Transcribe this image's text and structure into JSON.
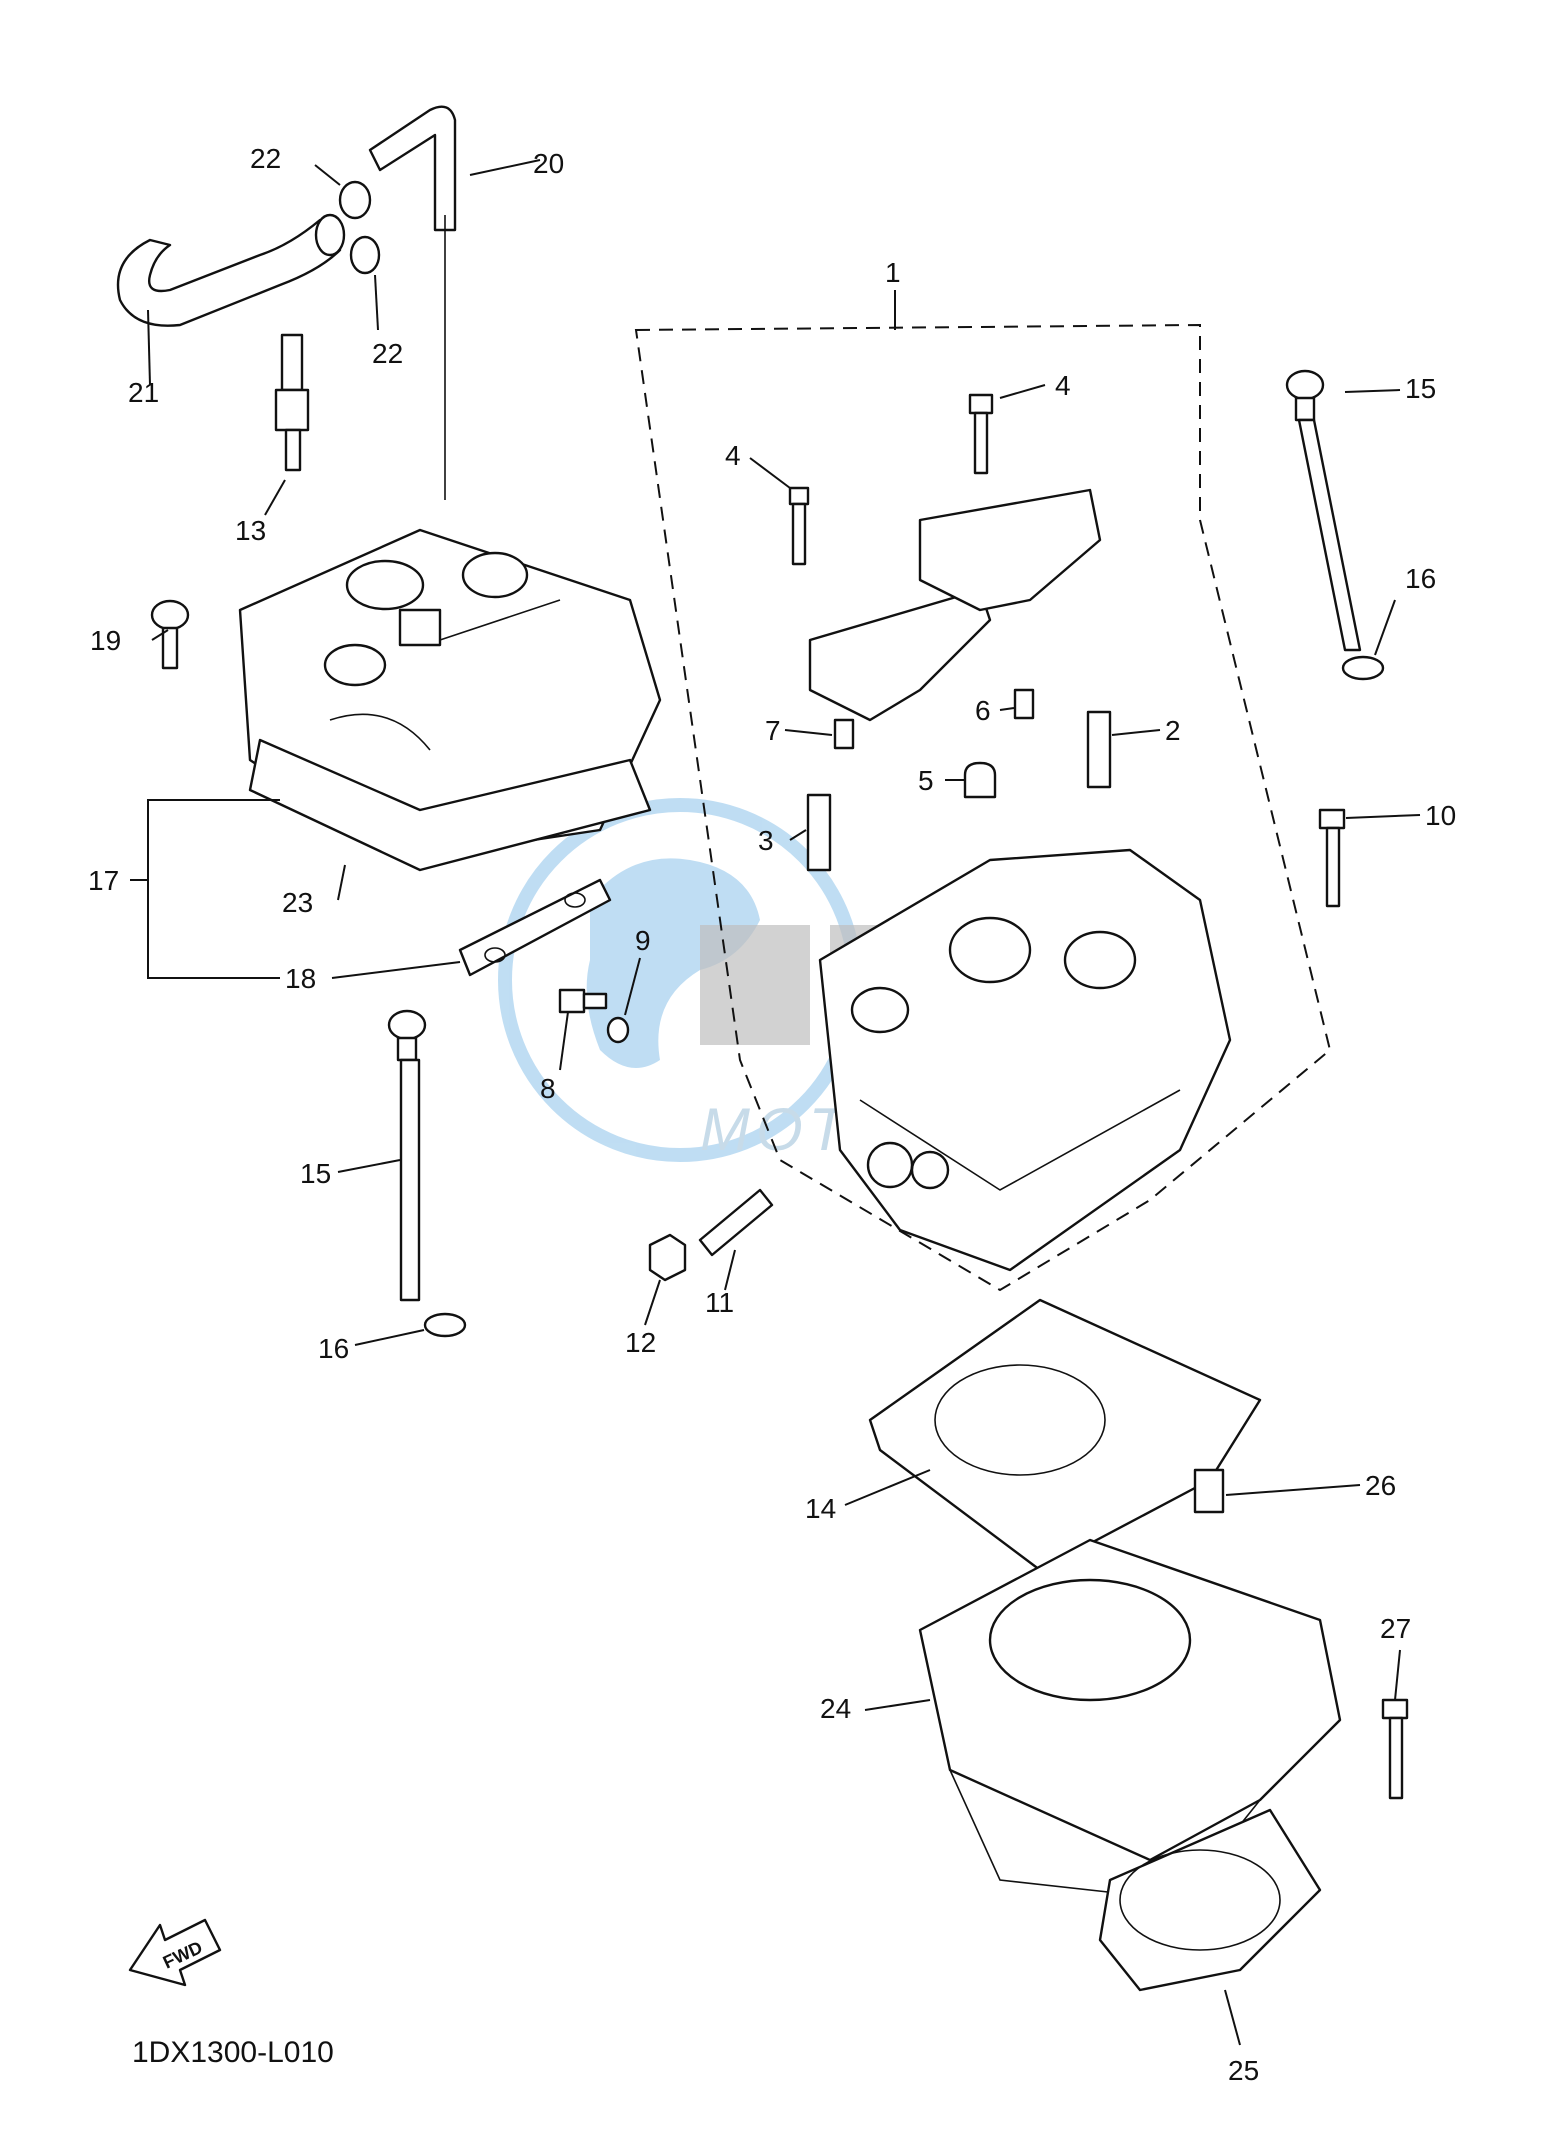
{
  "diagram_code": "1DX1300-L010",
  "fwd_label": "FWD",
  "watermark": {
    "text": "MOTOPARTS",
    "color": "#7bb8e6"
  },
  "callouts": {
    "c1": "1",
    "c2": "2",
    "c3": "3",
    "c4a": "4",
    "c4b": "4",
    "c5": "5",
    "c6": "6",
    "c7": "7",
    "c8": "8",
    "c9": "9",
    "c10": "10",
    "c11": "11",
    "c12": "12",
    "c13": "13",
    "c14": "14",
    "c15a": "15",
    "c15b": "15",
    "c16a": "16",
    "c16b": "16",
    "c17": "17",
    "c18": "18",
    "c19": "19",
    "c20": "20",
    "c21": "21",
    "c22a": "22",
    "c22b": "22",
    "c23": "23",
    "c24": "24",
    "c25": "25",
    "c26": "26",
    "c27": "27"
  }
}
